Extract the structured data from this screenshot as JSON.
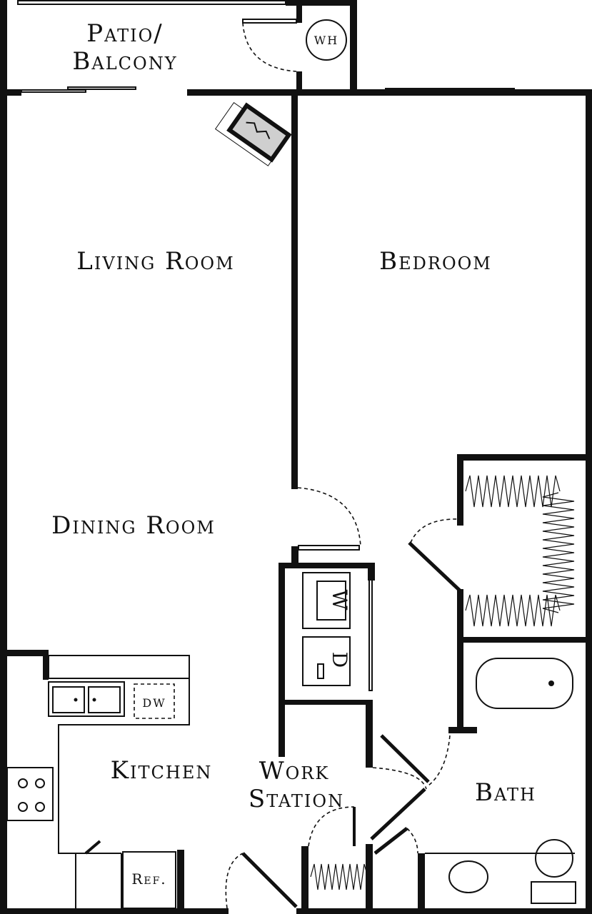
{
  "plan": {
    "rooms": {
      "patio_line1": "Patio/",
      "patio_line2": "Balcony",
      "living": "Living Room",
      "bedroom": "Bedroom",
      "dining": "Dining Room",
      "kitchen": "Kitchen",
      "work_line1": "Work",
      "work_line2": "Station",
      "bath": "Bath"
    },
    "fixtures": {
      "water_heater": "WH",
      "washer": "W",
      "dryer": "D",
      "dishwasher": "DW",
      "refrigerator": "Ref."
    },
    "colors": {
      "wall": "#111111",
      "background": "#ffffff",
      "fireplace": "#cfcfcf"
    }
  }
}
